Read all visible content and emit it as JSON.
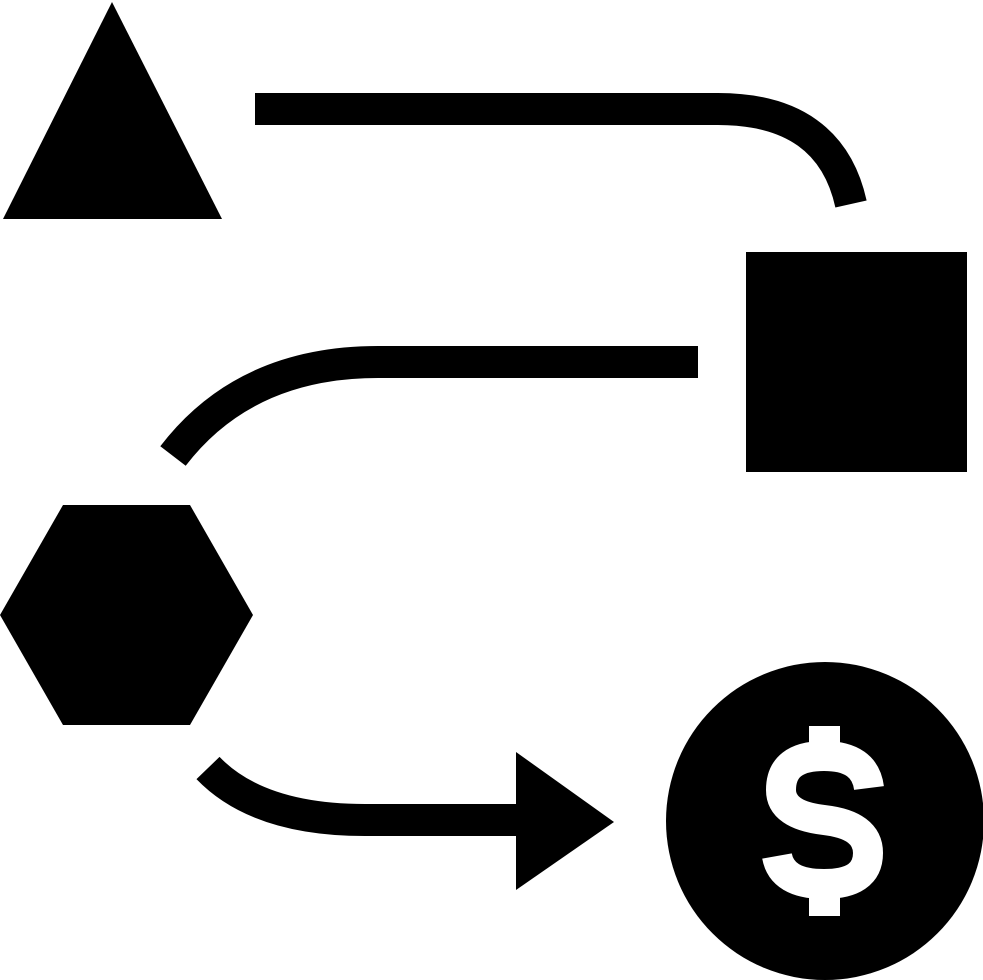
{
  "icon": {
    "name": "business-process-flow-icon",
    "foreground": "#000000",
    "background": "#ffffff"
  },
  "nodes": [
    {
      "name": "triangle-node-icon",
      "shape": "triangle"
    },
    {
      "name": "square-node-icon",
      "shape": "square"
    },
    {
      "name": "hexagon-node-icon",
      "shape": "hexagon"
    },
    {
      "name": "dollar-coin-icon",
      "shape": "circle"
    }
  ],
  "connectors": [
    {
      "name": "connector-triangle-to-square",
      "from": "triangle",
      "to": "square"
    },
    {
      "name": "connector-square-to-hexagon",
      "from": "square",
      "to": "hexagon"
    },
    {
      "name": "arrow-hexagon-to-dollar",
      "from": "hexagon",
      "to": "dollar"
    }
  ],
  "dollar_symbol": "$"
}
